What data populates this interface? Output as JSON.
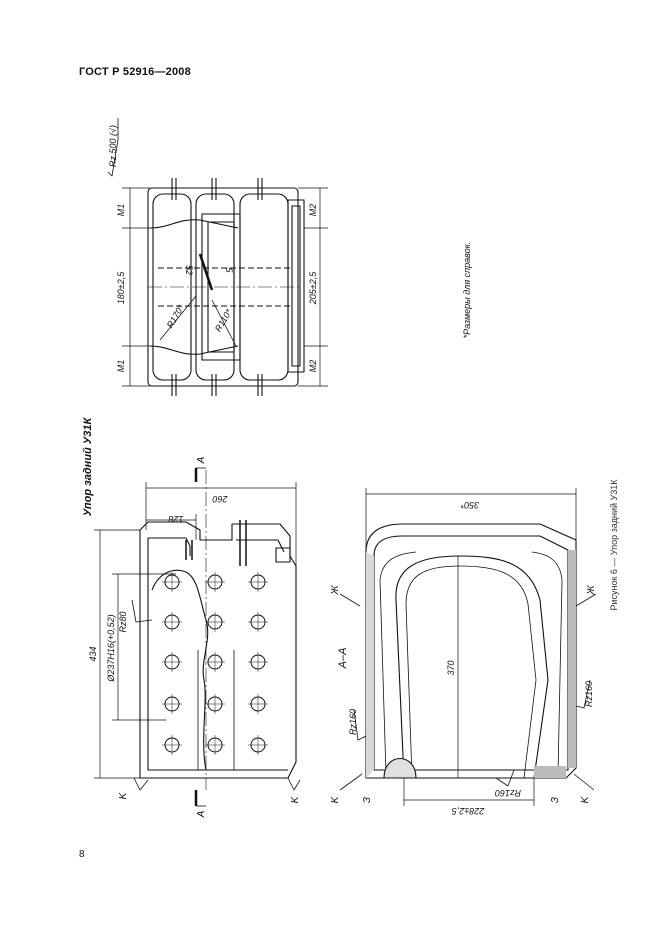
{
  "header": {
    "title": "ГОСТ Р 52916—2008"
  },
  "page": {
    "number": "8"
  },
  "figure": {
    "caption": "Рисунок 6 — Упор задний У31К",
    "title": "Упор задний У31К",
    "footnote": "*Размеры для справок.",
    "section_label": "А–А",
    "labels": {
      "roughness_general": "Rz 500 (√)",
      "rz80": "Rz80",
      "rz160_a": "Rz160",
      "rz160_b": "Rz160",
      "rz160_c": "Rz160",
      "m1_top": "M1",
      "m1_bottom": "M1",
      "m2_top": "M2",
      "m2_bottom": "M2",
      "dim_180": "180±2,5",
      "dim_205": "205±2,5",
      "dim_52": "52",
      "dim_5": "5",
      "dim_R170": "R170*",
      "dim_R110": "R110*",
      "dim_260": "260",
      "dim_128": "128",
      "dim_434": "434",
      "dim_237": "Ø237H16(+0,52)",
      "dim_350": "350*",
      "dim_370": "370",
      "dim_228": "228±2,5",
      "sec_A_top": "A",
      "sec_A_bottom": "A",
      "k1": "K",
      "k2": "K",
      "k3": "K",
      "k4": "K",
      "zh1": "Ж",
      "zh2": "Ж",
      "z1": "З",
      "z2": "З"
    }
  }
}
